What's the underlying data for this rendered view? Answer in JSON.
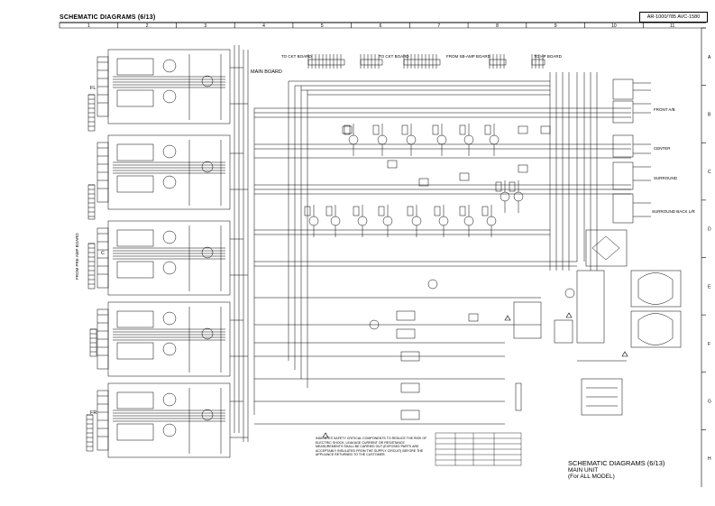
{
  "header": {
    "title": "SCHEMATIC DIAGRAMS (6/13)",
    "model": "AR-1000/785 AVC-1580"
  },
  "grid": {
    "columns": [
      "1",
      "2",
      "3",
      "4",
      "5",
      "6",
      "7",
      "8",
      "9",
      "10",
      "11"
    ],
    "rows": [
      "A",
      "B",
      "C",
      "D",
      "E",
      "F",
      "G",
      "H"
    ]
  },
  "board_labels": {
    "main_board": "MAIN BOARD",
    "to_ckt_board_1": "TO CKT BOARD",
    "to_ckt_board_2": "TO CKT BOARD",
    "from_sb_amp_board": "FROM SB-AMP BOARD",
    "to_hp_board": "TO HP BOARD",
    "from_pre_amp_board": "FROM PRE AMP BOARD"
  },
  "channel_labels": {
    "fl": "FL",
    "c": "C",
    "fr": "FR"
  },
  "outputs": {
    "front_ab": "FRONT A/B",
    "center": "CENTER",
    "surround": "SURROUND",
    "surround_back": "SURROUND BACK L/R"
  },
  "warning_text": "INDICATES SAFETY CRITICAL COMPONENTS TO REDUCE THE RISK OF ELECTRIC SHOCK, LEAKAGE CURRENT OR RESISTANCE MEASUREMENTS SHALL BE CARRIED OUT (EXPOSED PARTS ARE ACCEPTABLY INSULATED FROM THE SUPPLY CIRCUIT) BEFORE THE APPLIANCE RETURNED TO THE CUSTOMER.",
  "caption": {
    "title": "SCHEMATIC DIAGRAMS (6/13)",
    "line1": "MAIN UNIT",
    "line2": "(For ALL MODEL)"
  }
}
